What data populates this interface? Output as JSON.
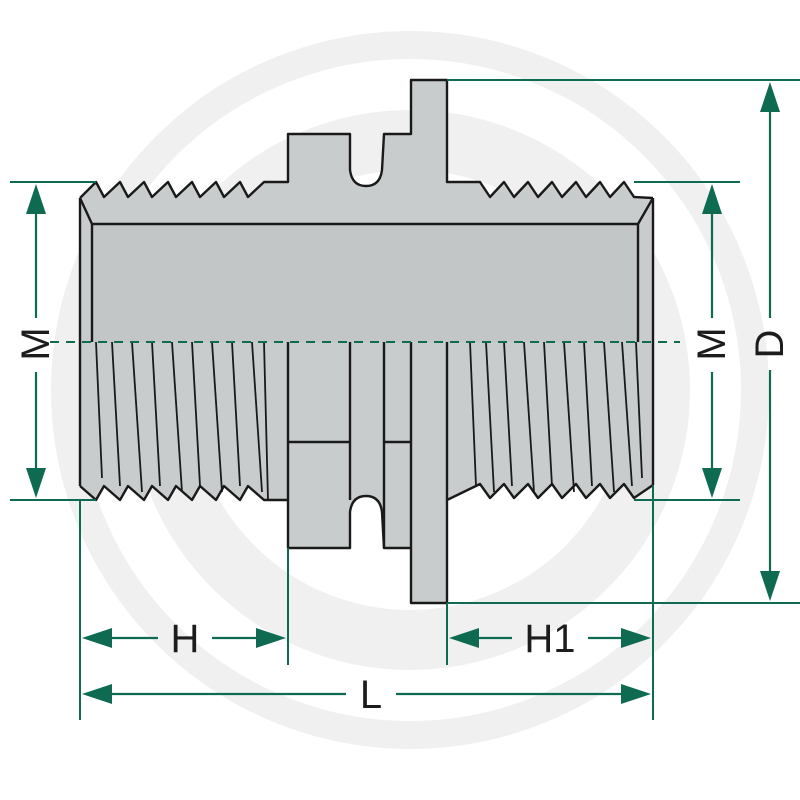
{
  "diagram": {
    "labels": {
      "thread_left": "M",
      "thread_right": "M",
      "outer_diameter": "D",
      "thread_length_left": "H",
      "thread_length_right": "H1",
      "total_length": "L"
    },
    "colors": {
      "dimension_lines": "#0e6b52",
      "part_fill": "#c9cccc",
      "outline": "#1a1a1a",
      "watermark": "#f0f0f0"
    }
  }
}
